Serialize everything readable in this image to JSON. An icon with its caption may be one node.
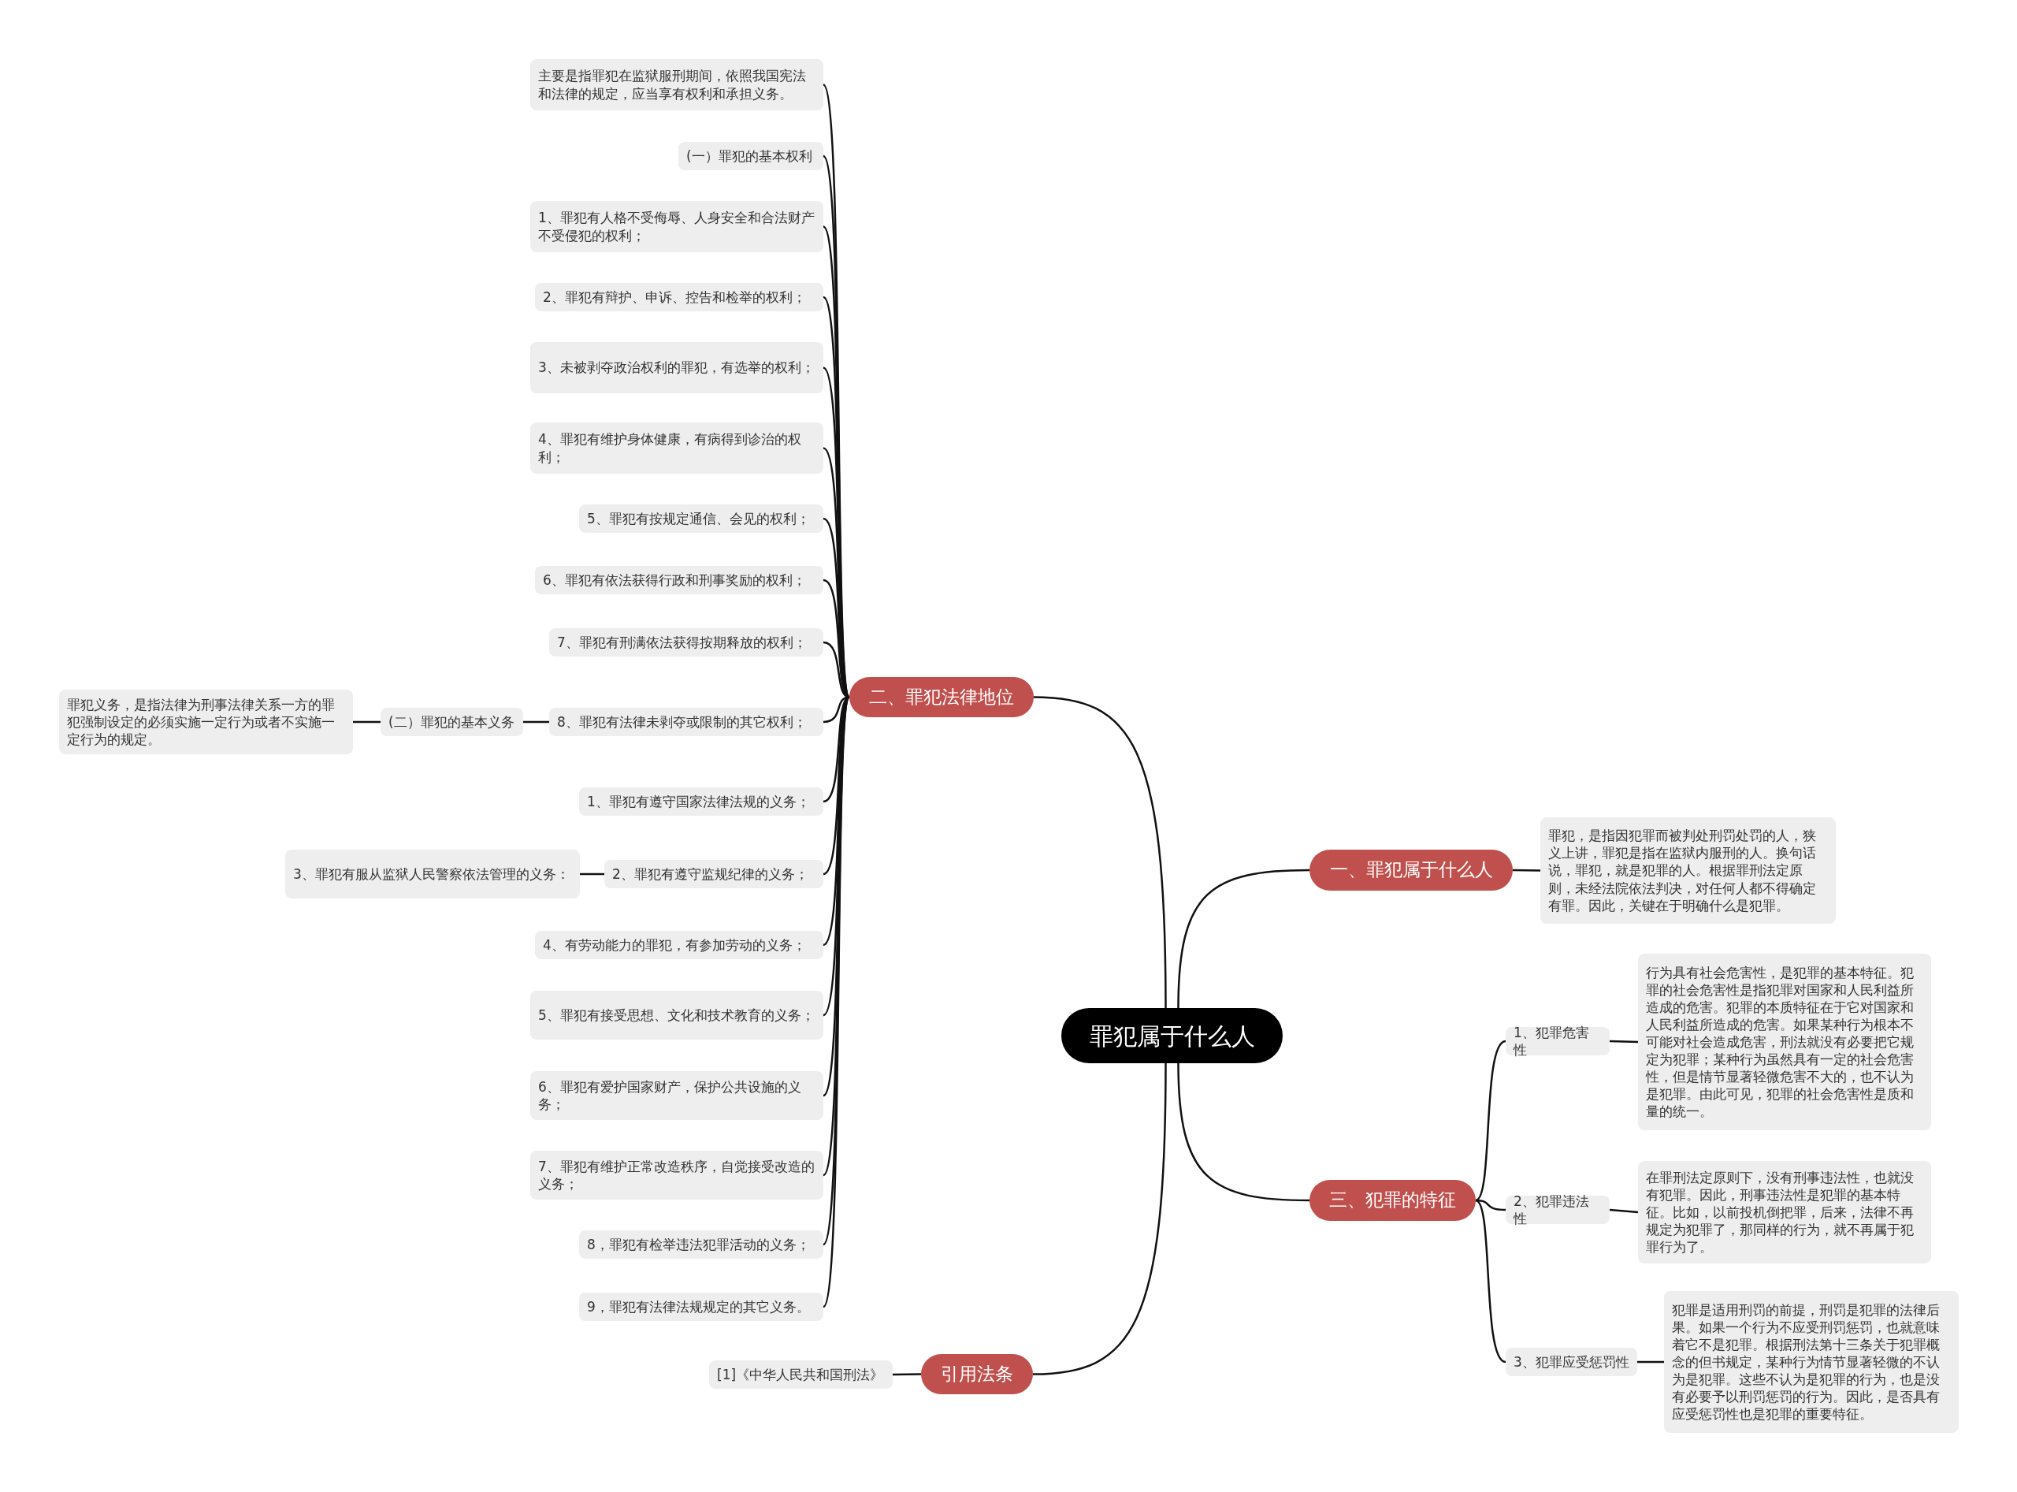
{
  "diagram": {
    "nodes": [
      {
        "text": [
          "罪犯属于什么人"
        ]
      },
      {
        "text": [
          "一、罪犯属于什么人"
        ]
      },
      {
        "text": [
          "罪犯，是指因犯罪而被判处刑罚处罚的人，狭义上讲，罪犯是指在监狱内服刑的人。换句话说，罪犯，就是犯罪的人。根据罪刑法定原则，未经法院依法判决，对任何人都不得确定有罪。因此，关键在于明确什么是犯罪。"
        ]
      },
      {
        "text": [
          "二、罪犯法律地位"
        ]
      },
      {
        "text": [
          "主要是指罪犯在监狱服刑期间，依照我国宪法和法律的规定，应当享有权利和承担义务。"
        ]
      },
      {
        "text": [
          "(一）罪犯的基本权利"
        ]
      },
      {
        "text": [
          "1、罪犯有人格不受侮辱、人身安全和合法财产不受侵犯的权利；"
        ]
      },
      {
        "text": [
          "2、罪犯有辩护、申诉、控告和检举的权利；"
        ]
      },
      {
        "text": [
          "3、未被剥夺政治权利的罪犯，有选举的权利；"
        ]
      },
      {
        "text": [
          "4、罪犯有维护身体健康，有病得到诊治的权利；"
        ]
      },
      {
        "text": [
          "5、罪犯有按规定通信、会见的权利；"
        ]
      },
      {
        "text": [
          "6、罪犯有依法获得行政和刑事奖励的权利；"
        ]
      },
      {
        "text": [
          "7、罪犯有刑满依法获得按期释放的权利；"
        ]
      },
      {
        "text": [
          "8、罪犯有法律未剥夺或限制的其它权利；"
        ]
      },
      {
        "text": [
          "(二）罪犯的基本义务"
        ]
      },
      {
        "text": [
          "罪犯义务，是指法律为刑事法律关系一方的罪犯强制设定的必须实施一定行为或者不实施一定行为的规定。"
        ]
      },
      {
        "text": [
          "1、罪犯有遵守国家法律法规的义务；"
        ]
      },
      {
        "text": [
          "2、罪犯有遵守监规纪律的义务；"
        ]
      },
      {
        "text": [
          "3、罪犯有服从监狱人民警察依法管理的义务："
        ]
      },
      {
        "text": [
          "4、有劳动能力的罪犯，有参加劳动的义务；"
        ]
      },
      {
        "text": [
          "5、罪犯有接受思想、文化和技术教育的义务；"
        ]
      },
      {
        "text": [
          "6、罪犯有爱护国家财产，保护公共设施的义务；"
        ]
      },
      {
        "text": [
          "7、罪犯有维护正常改造秩序，自觉接受改造的义务；"
        ]
      },
      {
        "text": [
          "8，罪犯有检举违法犯罪活动的义务；"
        ]
      },
      {
        "text": [
          "9，罪犯有法律法规规定的其它义务。"
        ]
      },
      {
        "text": [
          "三、犯罪的特征"
        ]
      },
      {
        "text": [
          "1、犯罪危害性"
        ]
      },
      {
        "text": [
          "行为具有社会危害性，是犯罪的基本特征。犯罪的社会危害性是指犯罪对国家和人民利益所造成的危害。犯罪的本质特征在于它对国家和人民利益所造成的危害。如果某种行为根本不可能对社会造成危害，刑法就没有必要把它规定为犯罪；某种行为虽然具有一定的社会危害性，但是情节显著轻微危害不大的，也不认为是犯罪。由此可见，犯罪的社会危害性是质和量的统一。"
        ]
      },
      {
        "text": [
          "2、犯罪违法性"
        ]
      },
      {
        "text": [
          "在罪刑法定原则下，没有刑事违法性，也就没有犯罪。因此，刑事违法性是犯罪的基本特征。比如，以前投机倒把罪，后来，法律不再规定为犯罪了，那同样的行为，就不再属于犯罪行为了。"
        ]
      },
      {
        "text": [
          "3、犯罪应受惩罚性"
        ]
      },
      {
        "text": [
          "犯罪是适用刑罚的前提，刑罚是犯罪的法律后果。如果一个行为不应受刑罚惩罚，也就意味着它不是犯罪。根据刑法第十三条关于犯罪概念的但书规定，某种行为情节显著轻微的不认为是犯罪。这些不认为是犯罪的行为，也是没有必要予以刑罚惩罚的行为。因此，是否具有应受惩罚性也是犯罪的重要特征。"
        ]
      },
      {
        "text": [
          "引用法条"
        ]
      },
      {
        "text": [
          "[1]《中华人民共和国刑法》"
        ]
      }
    ],
    "edges": [
      {
        "from": 0,
        "to": 1,
        "arrow": "none"
      },
      {
        "from": 1,
        "to": 2,
        "arrow": "none"
      },
      {
        "from": 0,
        "to": 3,
        "arrow": "none"
      },
      {
        "from": 3,
        "to": 4,
        "arrow": "none"
      },
      {
        "from": 3,
        "to": 5,
        "arrow": "none"
      },
      {
        "from": 3,
        "to": 6,
        "arrow": "none"
      },
      {
        "from": 3,
        "to": 7,
        "arrow": "none"
      },
      {
        "from": 3,
        "to": 8,
        "arrow": "none"
      },
      {
        "from": 3,
        "to": 9,
        "arrow": "none"
      },
      {
        "from": 3,
        "to": 10,
        "arrow": "none"
      },
      {
        "from": 3,
        "to": 11,
        "arrow": "none"
      },
      {
        "from": 3,
        "to": 12,
        "arrow": "none"
      },
      {
        "from": 3,
        "to": 13,
        "arrow": "none"
      },
      {
        "from": 13,
        "to": 14,
        "arrow": "none"
      },
      {
        "from": 14,
        "to": 15,
        "arrow": "none"
      },
      {
        "from": 3,
        "to": 16,
        "arrow": "none"
      },
      {
        "from": 3,
        "to": 17,
        "arrow": "none"
      },
      {
        "from": 17,
        "to": 18,
        "arrow": "none"
      },
      {
        "from": 3,
        "to": 19,
        "arrow": "none"
      },
      {
        "from": 3,
        "to": 20,
        "arrow": "none"
      },
      {
        "from": 3,
        "to": 21,
        "arrow": "none"
      },
      {
        "from": 3,
        "to": 22,
        "arrow": "none"
      },
      {
        "from": 3,
        "to": 23,
        "arrow": "none"
      },
      {
        "from": 3,
        "to": 24,
        "arrow": "none"
      },
      {
        "from": 0,
        "to": 25,
        "arrow": "none"
      },
      {
        "from": 25,
        "to": 26,
        "arrow": "none"
      },
      {
        "from": 26,
        "to": 27,
        "arrow": "none"
      },
      {
        "from": 25,
        "to": 28,
        "arrow": "none"
      },
      {
        "from": 28,
        "to": 29,
        "arrow": "none"
      },
      {
        "from": 25,
        "to": 30,
        "arrow": "none"
      },
      {
        "from": 30,
        "to": 31,
        "arrow": "none"
      },
      {
        "from": 0,
        "to": 32,
        "arrow": "none"
      },
      {
        "from": 32,
        "to": 33,
        "arrow": "none"
      }
    ]
  }
}
